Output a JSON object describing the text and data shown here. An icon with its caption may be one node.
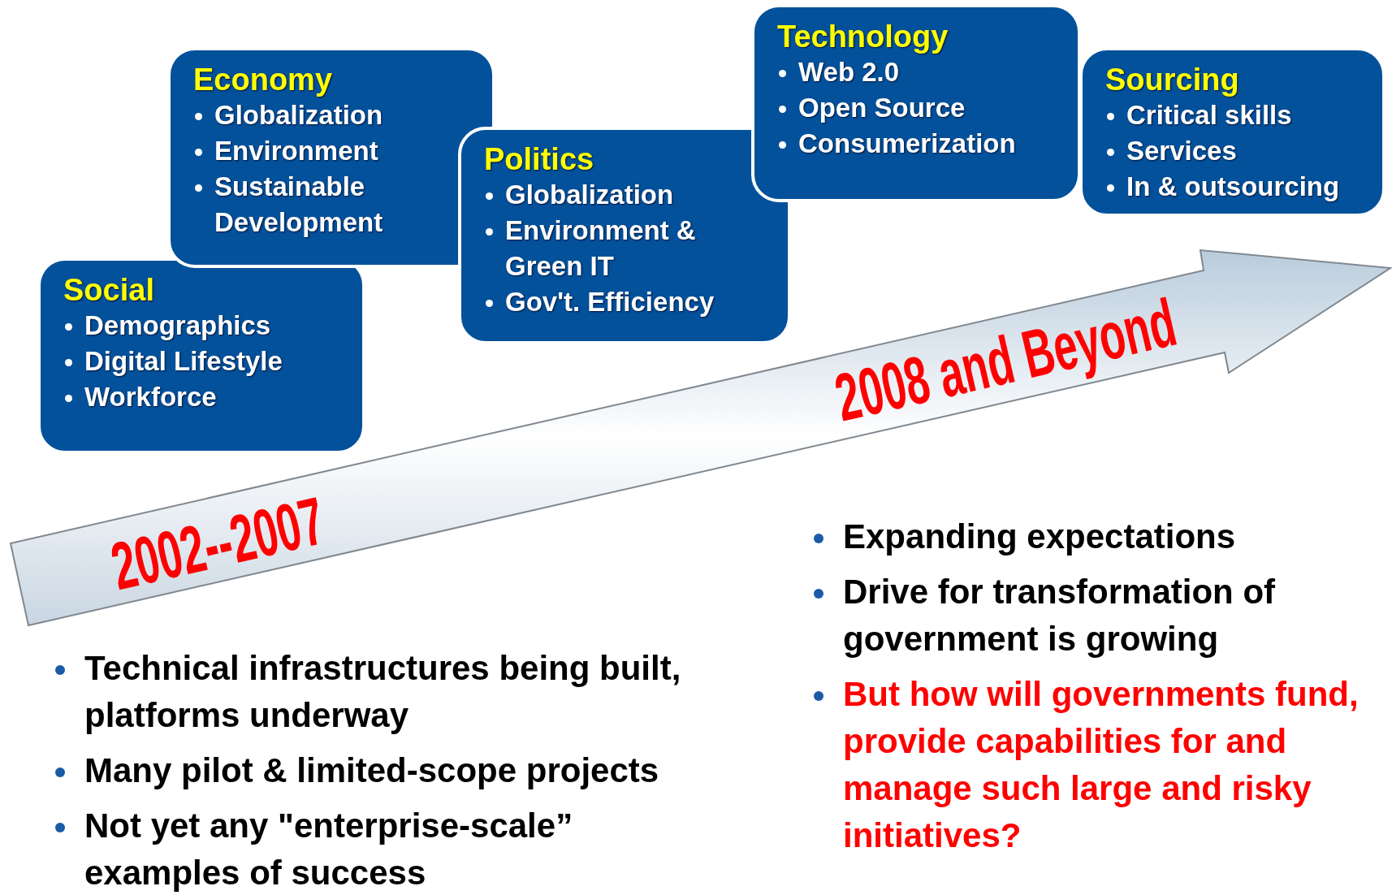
{
  "diagram": {
    "nodes": [
      {
        "text": [
          "Social",
          "Demographics",
          "Digital Lifestyle",
          "Workforce"
        ]
      },
      {
        "text": [
          "Economy",
          "Globalization",
          "Environment",
          "Sustainable Development"
        ]
      },
      {
        "text": [
          "Politics",
          "Globalization",
          "Environment & Green IT",
          "Gov't. Efficiency"
        ]
      },
      {
        "text": [
          "Technology",
          "Web 2.0",
          "Open Source",
          "Consumerization"
        ]
      },
      {
        "text": [
          "Sourcing",
          "Critical skills",
          "Services",
          "In & outsourcing"
        ]
      },
      {
        "text": [
          "2002--2007",
          "2008 and Beyond"
        ]
      }
    ],
    "edges": [],
    "labels": [
      "Expanding expectations",
      "Drive for transformation of government is growing",
      "But how will governments fund, provide capabilities for and manage such large and risky initiatives?",
      "Technical infrastructures being built, platforms underway",
      "Many pilot & limited-scope projects",
      "Not yet any \"enterprise-scale” examples of success"
    ]
  }
}
